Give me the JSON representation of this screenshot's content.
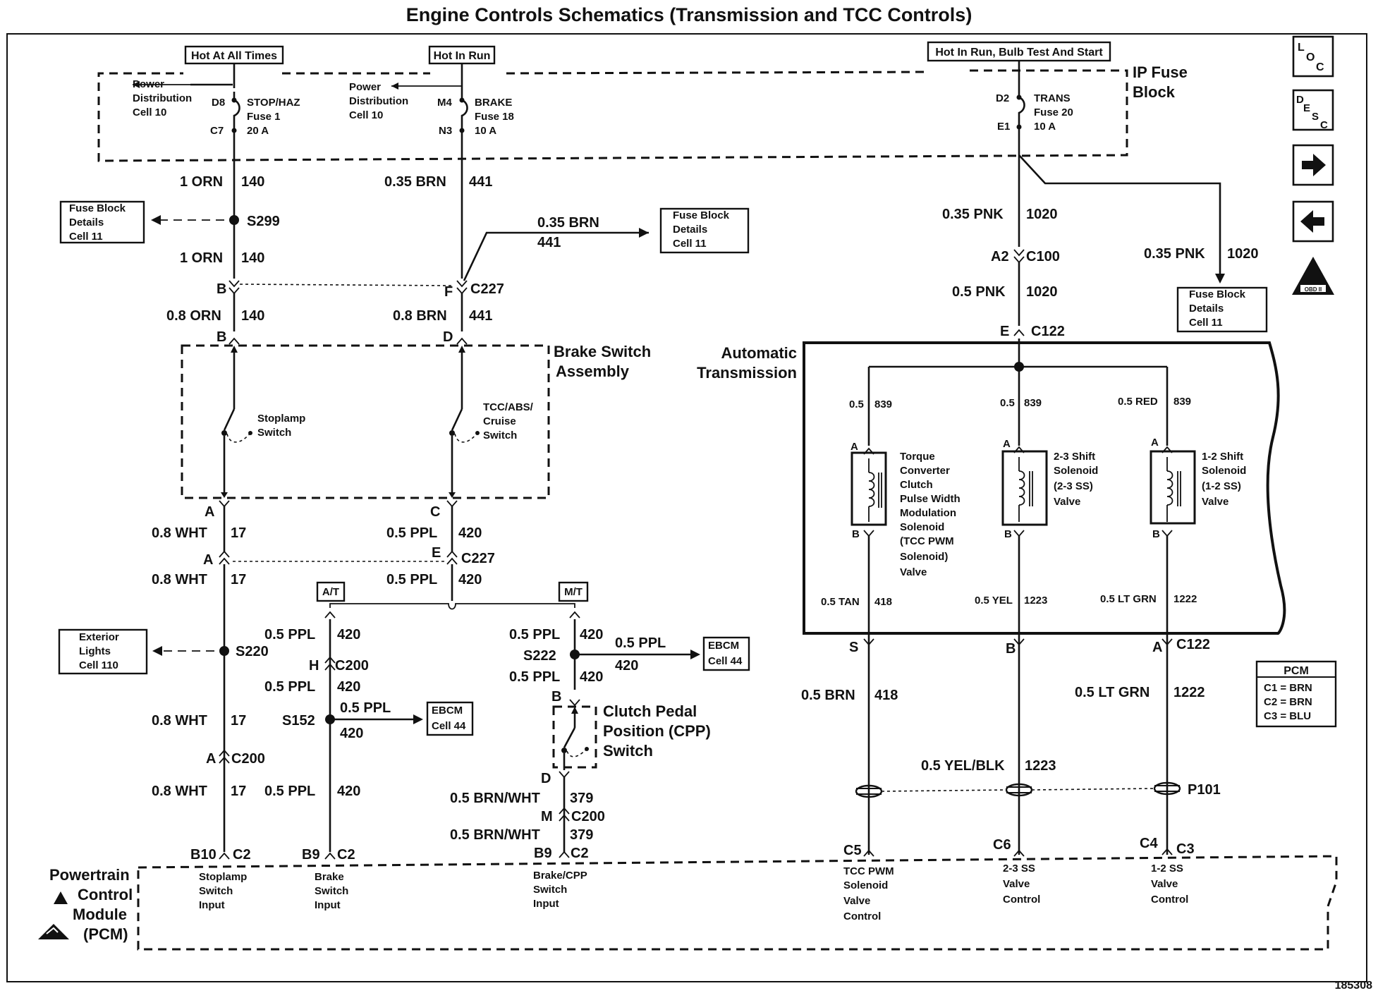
{
  "title": "Engine Controls Schematics (Transmission and TCC Controls)",
  "figure_id": "185308",
  "power_sources": {
    "hot_at_all_times": "Hot At All Times",
    "hot_in_run": "Hot In Run",
    "hot_run_bulb_start": "Hot In Run, Bulb Test And Start"
  },
  "ip_fuse_block": {
    "line1": "IP Fuse",
    "line2": "Block"
  },
  "fuses": {
    "stop_haz": {
      "pd1": "Power",
      "pd2": "Distribution",
      "pd3": "Cell 10",
      "top_pin": "D8",
      "bottom_pin": "C7",
      "name": "STOP/HAZ",
      "fuse": "Fuse 1",
      "amps": "20 A"
    },
    "brake": {
      "pd1": "Power",
      "pd2": "Distribution",
      "pd3": "Cell 10",
      "top_pin": "M4",
      "bottom_pin": "N3",
      "name": "BRAKE",
      "fuse": "Fuse 18",
      "amps": "10 A"
    },
    "trans": {
      "top_pin": "D2",
      "bottom_pin": "E1",
      "name": "TRANS",
      "fuse": "Fuse 20",
      "amps": "10 A"
    }
  },
  "refs": {
    "fbd_a": {
      "l1": "Fuse Block",
      "l2": "Details",
      "l3": "Cell 11"
    },
    "fbd_b": {
      "l1": "Fuse Block",
      "l2": "Details",
      "l3": "Cell 11"
    },
    "fbd_c": {
      "l1": "Fuse Block",
      "l2": "Details",
      "l3": "Cell 11"
    },
    "ext": {
      "l1": "Exterior",
      "l2": "Lights",
      "l3": "Cell 110"
    },
    "ebcm_a": {
      "l1": "EBCM",
      "l2": "Cell 44"
    },
    "ebcm_b": {
      "l1": "EBCM",
      "l2": "Cell 44"
    }
  },
  "wires": {
    "w1": "1 ORN",
    "w1n": "140",
    "w2": "0.35 BRN",
    "w2n": "441",
    "w3": "1 ORN",
    "w3n": "140",
    "w4": "0.35 BRN",
    "w4n": "441",
    "w5": "0.8 ORN",
    "w5n": "140",
    "w6": "0.8 BRN",
    "w6n": "441",
    "w7": "0.8 WHT",
    "w7n": "17",
    "w8": "0.5 PPL",
    "w8n": "420",
    "w9": "0.8 WHT",
    "w9n": "17",
    "w10": "0.5 PPL",
    "w10n": "420",
    "w11": "0.5 PPL",
    "w11n": "420",
    "w12": "0.5 PPL",
    "w12n": "420",
    "w13": "0.5 PPL",
    "w13n": "420",
    "w14": "0.5 PPL",
    "w14n": "420",
    "w15": "0.5 PPL",
    "w15n": "420",
    "w16": "0.5 PPL",
    "w16n": "420",
    "w17": "0.8 WHT",
    "w17n": "17",
    "w18": "0.5 PPL",
    "w18n": "420",
    "w19": "0.8 WHT",
    "w19n": "17",
    "w20": "0.5 PPL",
    "w20n": "420",
    "w21": "0.5 BRN/WHT",
    "w21n": "379",
    "w22": "0.5 BRN/WHT",
    "w22n": "379",
    "w23": "0.35 PNK",
    "w23n": "1020",
    "w24": "0.35 PNK",
    "w24n": "1020",
    "w25": "0.5 PNK",
    "w25n": "1020",
    "w26": "0.5",
    "w26n": "839",
    "w27": "0.5",
    "w27n": "839",
    "w28": "0.5 RED",
    "w28n": "839",
    "w29": "0.5 TAN",
    "w29n": "418",
    "w30": "0.5 YEL",
    "w30n": "1223",
    "w31": "0.5 LT GRN",
    "w31n": "1222",
    "w32": "0.5 BRN",
    "w32n": "418",
    "w33": "0.5 LT GRN",
    "w33n": "1222",
    "w34": "0.5 YEL/BLK",
    "w34n": "1223"
  },
  "splices": {
    "s299": "S299",
    "s220": "S220",
    "s152": "S152",
    "s222": "S222",
    "p101": "P101"
  },
  "connectors": {
    "c227_top": "C227",
    "c227_bot": "C227",
    "c200_h": "C200",
    "c200_a": "C200",
    "c200_m": "C200",
    "c100": "C100",
    "c122_top": "C122",
    "c122_bot": "C122",
    "b1": "B",
    "f1": "F",
    "b2": "B",
    "d1": "D",
    "a1": "A",
    "c1": "C",
    "a2": "A",
    "e1": "E",
    "h1": "H",
    "a3": "A",
    "b3": "B",
    "d2": "D",
    "m1": "M",
    "a4": "A2",
    "e2": "E",
    "s1": "S",
    "b4": "B",
    "a5": "A",
    "pin_b10": "B10",
    "pin_c2a": "C2",
    "pin_b9a": "B9",
    "pin_c2b": "C2",
    "pin_b9b": "B9",
    "pin_c2c": "C2",
    "pin_c5": "C5",
    "pin_c6": "C6",
    "pin_c4": "C4",
    "pin_c3": "C3"
  },
  "options": {
    "at": "A/T",
    "mt": "M/T"
  },
  "brake_switch": {
    "title1": "Brake Switch",
    "title2": "Assembly",
    "stoplamp1": "Stoplamp",
    "stoplamp2": "Switch",
    "tcc1": "TCC/ABS/",
    "tcc2": "Cruise",
    "tcc3": "Switch"
  },
  "cpp": {
    "l1": "Clutch Pedal",
    "l2": "Position (CPP)",
    "l3": "Switch"
  },
  "transmission": {
    "title1": "Automatic",
    "title2": "Transmission",
    "sol_tcc": [
      "Torque",
      "Converter",
      "Clutch",
      "Pulse Width",
      "Modulation",
      "Solenoid",
      "(TCC PWM",
      "Solenoid)",
      "Valve"
    ],
    "sol_23": [
      "2-3 Shift",
      "Solenoid",
      "(2-3 SS)",
      "Valve"
    ],
    "sol_12": [
      "1-2 Shift",
      "Solenoid",
      "(1-2 SS)",
      "Valve"
    ],
    "pin_a": "A",
    "pin_b": "B"
  },
  "pcm": {
    "l1": "Powertrain",
    "l2": "Control",
    "l3": "Module",
    "l4": "(PCM)",
    "in1": [
      "Stoplamp",
      "Switch",
      "Input"
    ],
    "in2": [
      "Brake",
      "Switch",
      "Input"
    ],
    "in3": [
      "Brake/CPP",
      "Switch",
      "Input"
    ],
    "out1": [
      "TCC PWM",
      "Solenoid",
      "Valve",
      "Control"
    ],
    "out2": [
      "2-3 SS",
      "Valve",
      "Control"
    ],
    "out3": [
      "1-2 SS",
      "Valve",
      "Control"
    ]
  },
  "pcm_legend": {
    "title": "PCM",
    "c1": "C1 = BRN",
    "c2": "C2 = BRN",
    "c3": "C3 = BLU"
  },
  "nav": {
    "loc": "LOC",
    "desc": "DESC",
    "obd": "OBD II"
  }
}
